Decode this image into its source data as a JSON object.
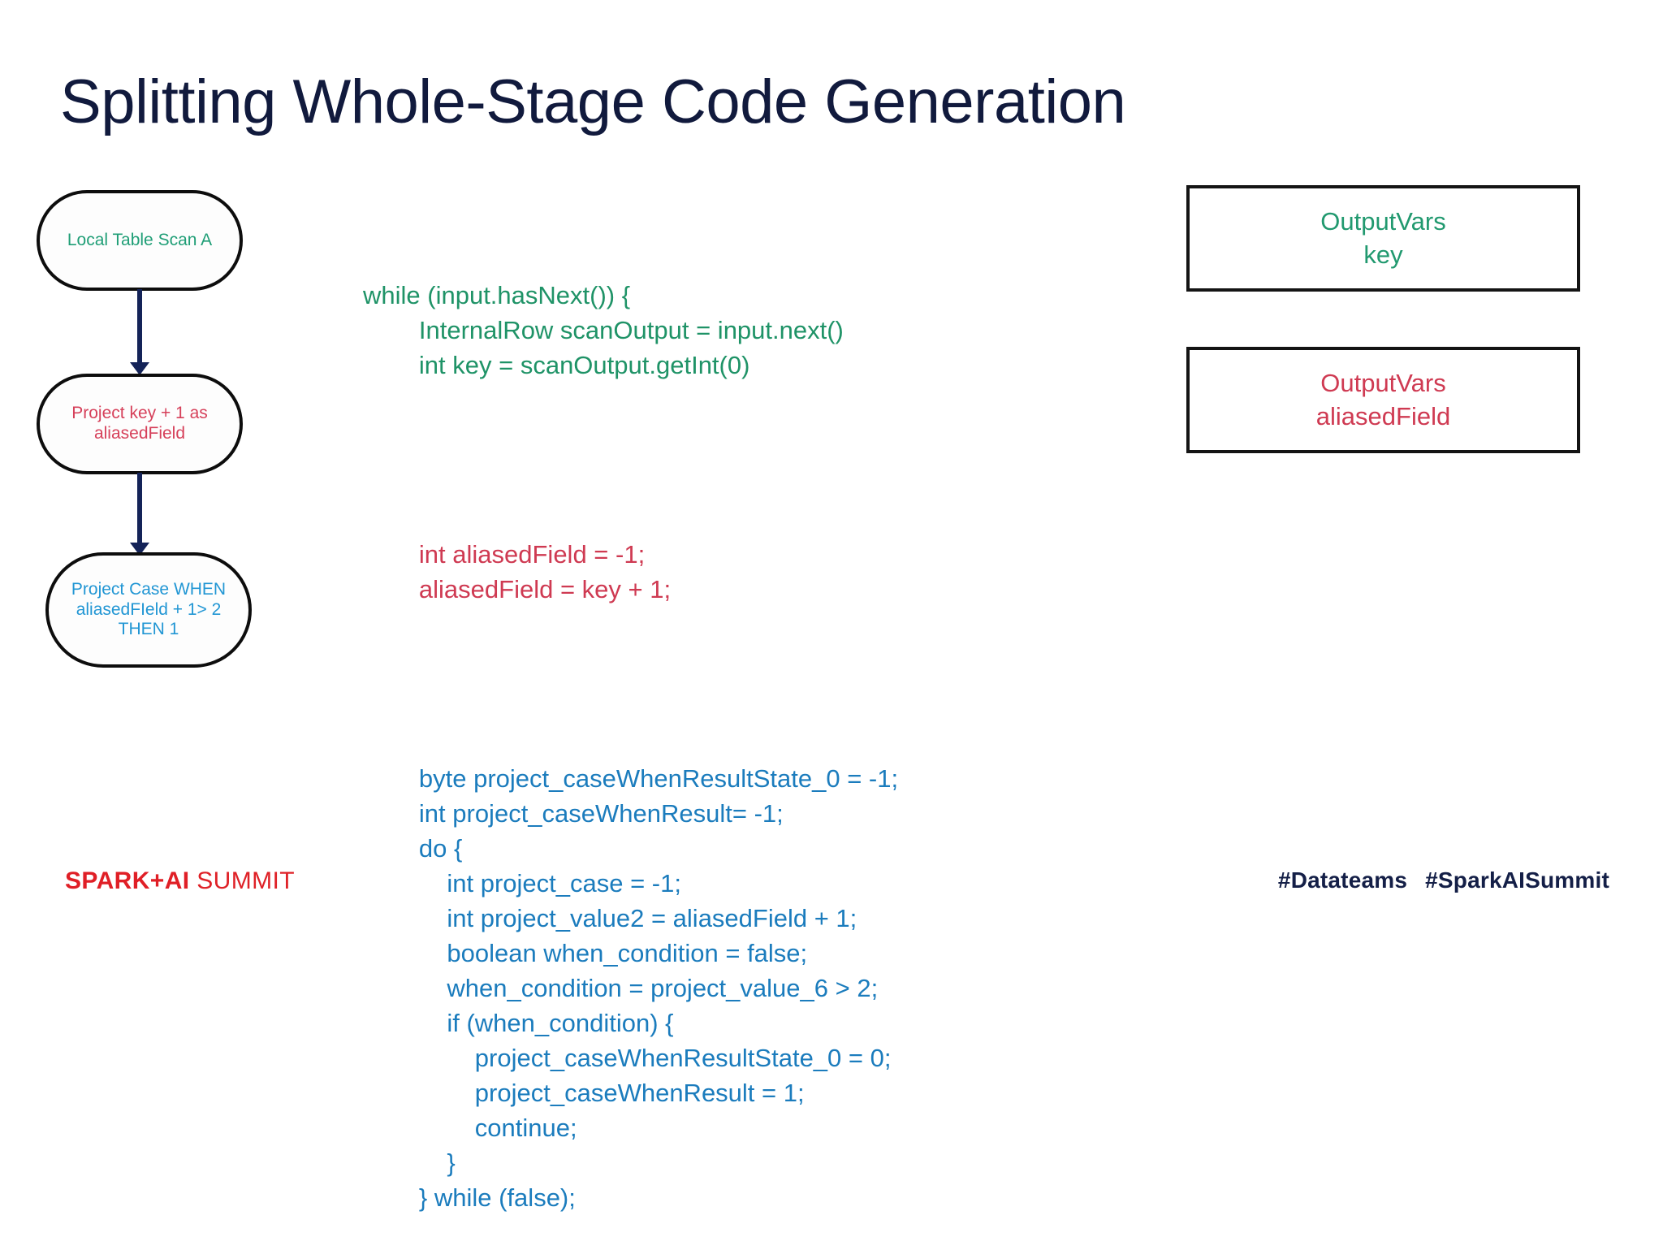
{
  "slide": {
    "title": "Splitting Whole-Stage Code Generation"
  },
  "colors": {
    "title": "#111a3d",
    "green": "#1f9367",
    "red": "#cf3a52",
    "blue": "#1b7cbd",
    "arrow": "#142358",
    "node_border": "#0d0d0d",
    "logo_red": "#e01f26",
    "hashtag_navy": "#141f47"
  },
  "flow_diagram": {
    "nodes": [
      {
        "id": "scan",
        "color": "#1f9e76",
        "lines": [
          "Local Table Scan",
          "A"
        ],
        "text": "Local Table Scan\nA"
      },
      {
        "id": "project-alias",
        "color": "#d6405a",
        "lines": [
          "Project",
          "key + 1 as",
          "aliasedField"
        ],
        "text": "Project\nkey + 1 as\naliasedField"
      },
      {
        "id": "project-case",
        "color": "#2196d4",
        "lines": [
          "Project",
          "Case WHEN",
          "aliasedFIeld + 1>",
          "2 THEN 1"
        ],
        "text": "Project\nCase WHEN\naliasedFIeld + 1>\n2 THEN 1"
      }
    ]
  },
  "code": {
    "green": [
      "while (input.hasNext()) {",
      "        InternalRow scanOutput = input.next()",
      "        int key = scanOutput.getInt(0)"
    ],
    "red": [
      "        int aliasedField = -1;",
      "        aliasedField = key + 1;"
    ],
    "blue": [
      "        byte project_caseWhenResultState_0 = -1;",
      "        int project_caseWhenResult= -1;",
      "        do {",
      "            int project_case = -1;",
      "            int project_value2 = aliasedField + 1;",
      "            boolean when_condition = false;",
      "            when_condition = project_value_6 > 2;",
      "            if (when_condition) {",
      "                project_caseWhenResultState_0 = 0;",
      "                project_caseWhenResult = 1;",
      "                continue;",
      "            }",
      "        } while (false);"
    ],
    "green_text": "while (input.hasNext()) {\n        InternalRow scanOutput = input.next()\n        int key = scanOutput.getInt(0)",
    "red_text": "        int aliasedField = -1;\n        aliasedField = key + 1;",
    "blue_text": "        byte project_caseWhenResultState_0 = -1;\n        int project_caseWhenResult= -1;\n        do {\n            int project_case = -1;\n            int project_value2 = aliasedField + 1;\n            boolean when_condition = false;\n            when_condition = project_value_6 > 2;\n            if (when_condition) {\n                project_caseWhenResultState_0 = 0;\n                project_caseWhenResult = 1;\n                continue;\n            }\n        } while (false);"
  },
  "output_vars": [
    {
      "id": "key",
      "heading": "OutputVars",
      "value": "key",
      "color": "#21996f"
    },
    {
      "id": "aliasedField",
      "heading": "OutputVars",
      "value": "aliasedField",
      "color": "#cf3a52"
    }
  ],
  "footer": {
    "logo_bold": "SPARK",
    "logo_plus": "+AI",
    "logo_light": " SUMMIT",
    "hashtag_datateams": "#Datateams",
    "hashtag_sparkai": "#SparkAISummit"
  }
}
